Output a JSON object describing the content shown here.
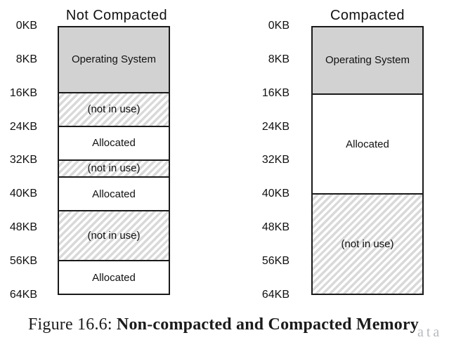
{
  "figure": {
    "caption_prefix": "Figure 16.6:",
    "caption_title": "Non-compacted and Compacted Memory",
    "watermark_fragment": "ata"
  },
  "left_diagram": {
    "title": "Not Compacted",
    "tick_labels": [
      "0KB",
      "8KB",
      "16KB",
      "24KB",
      "32KB",
      "40KB",
      "48KB",
      "56KB",
      "64KB"
    ],
    "segments": [
      {
        "label": "Operating System",
        "type": "os",
        "from_kb": 0,
        "to_kb": 16
      },
      {
        "label": "(not in use)",
        "type": "free",
        "from_kb": 16,
        "to_kb": 24
      },
      {
        "label": "Allocated",
        "type": "allocated",
        "from_kb": 24,
        "to_kb": 32
      },
      {
        "label": "(not in use)",
        "type": "free",
        "from_kb": 32,
        "to_kb": 36
      },
      {
        "label": "Allocated",
        "type": "allocated",
        "from_kb": 36,
        "to_kb": 44
      },
      {
        "label": "(not in use)",
        "type": "free",
        "from_kb": 44,
        "to_kb": 56
      },
      {
        "label": "Allocated",
        "type": "allocated",
        "from_kb": 56,
        "to_kb": 64
      }
    ]
  },
  "right_diagram": {
    "title": "Compacted",
    "tick_labels": [
      "0KB",
      "8KB",
      "16KB",
      "24KB",
      "32KB",
      "40KB",
      "48KB",
      "56KB",
      "64KB"
    ],
    "segments": [
      {
        "label": "Operating System",
        "type": "os",
        "from_kb": 0,
        "to_kb": 16
      },
      {
        "label": "Allocated",
        "type": "allocated",
        "from_kb": 16,
        "to_kb": 40
      },
      {
        "label": "(not in use)",
        "type": "free",
        "from_kb": 40,
        "to_kb": 64
      }
    ]
  },
  "colors": {
    "os_fill": "#d2d2d2",
    "hatch_stripe": "#d9d9d9",
    "border": "#1a1a1a",
    "text": "#111111",
    "watermark": "#b7babd"
  }
}
